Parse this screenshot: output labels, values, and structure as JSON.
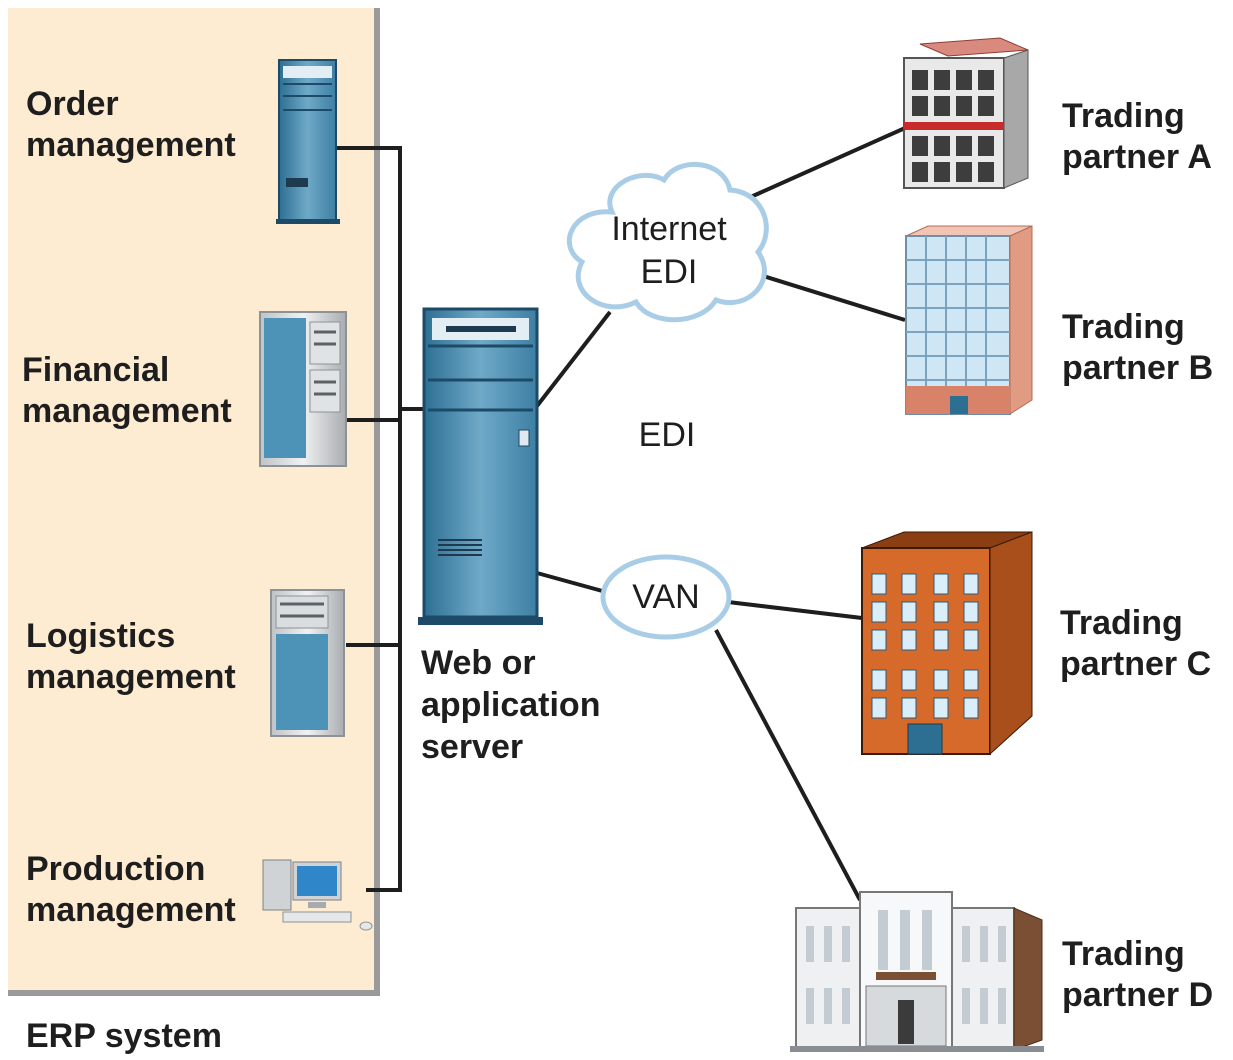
{
  "erp": {
    "system_label": "ERP system",
    "modules": [
      {
        "label": "Order\nmanagement",
        "icon": "tower-server-icon"
      },
      {
        "label": "Financial\nmanagement",
        "icon": "rack-server-icon"
      },
      {
        "label": "Logistics\nmanagement",
        "icon": "tower-server-icon"
      },
      {
        "label": "Production\nmanagement",
        "icon": "desktop-computer-icon"
      }
    ]
  },
  "server": {
    "label": "Web or\napplication\nserver",
    "icon": "tower-server-icon"
  },
  "networks": {
    "internet_edi": "Internet\nEDI",
    "edi": "EDI",
    "van": "VAN"
  },
  "partners": [
    {
      "label": "Trading\npartner A",
      "icon": "office-building-icon"
    },
    {
      "label": "Trading\npartner B",
      "icon": "glass-office-building-icon"
    },
    {
      "label": "Trading\npartner C",
      "icon": "brick-building-icon"
    },
    {
      "label": "Trading\npartner D",
      "icon": "classical-building-icon"
    }
  ],
  "colors": {
    "panel": "#fdebd2",
    "server_blue": "#3a7fa6",
    "cloud_fill": "#ffffff",
    "cloud_stroke": "#a9cde6",
    "line": "#1e1e1e"
  }
}
